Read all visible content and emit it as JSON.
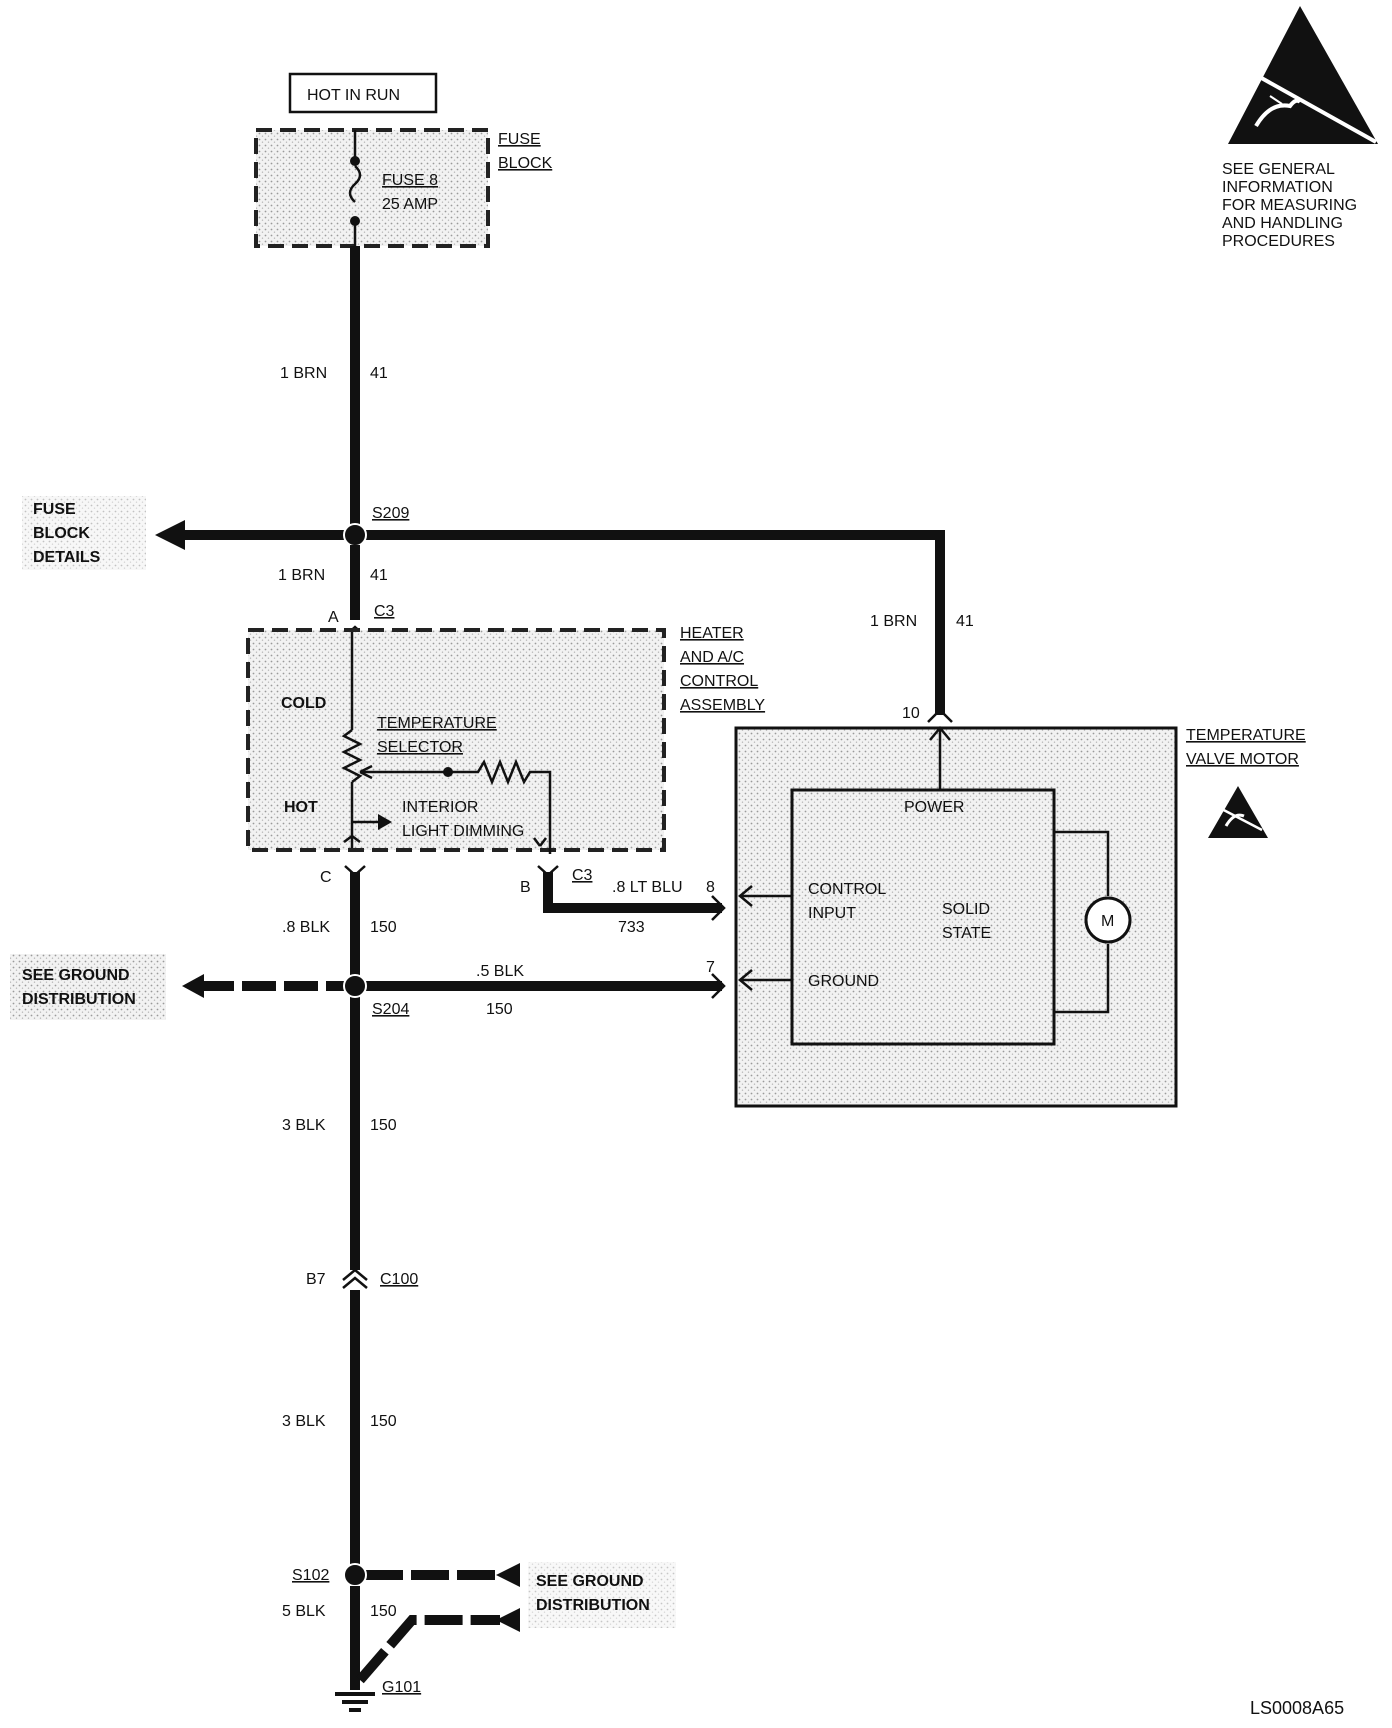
{
  "power": {
    "label": "HOT IN RUN"
  },
  "fuse_block": {
    "title_line1": "FUSE",
    "title_line2": "BLOCK",
    "fuse_name": "FUSE 8",
    "fuse_rating": "25 AMP"
  },
  "wires": {
    "w1": {
      "gauge": "1 BRN",
      "circuit": "41"
    },
    "w2": {
      "gauge": "1 BRN",
      "circuit": "41"
    },
    "w3": {
      "gauge": "1 BRN",
      "circuit": "41"
    },
    "w4": {
      "gauge": ".8 BLK",
      "circuit": "150"
    },
    "w5": {
      "gauge": ".5 BLK",
      "circuit": "150"
    },
    "w6": {
      "gauge": "3 BLK",
      "circuit": "150"
    },
    "w7": {
      "gauge": "3 BLK",
      "circuit": "150"
    },
    "w8": {
      "gauge": "5 BLK",
      "circuit": "150"
    },
    "w9": {
      "gauge": ".8 LT BLU",
      "circuit": "733"
    }
  },
  "splices": {
    "s209": "S209",
    "s204": "S204",
    "s102": "S102"
  },
  "refs": {
    "fuse_block_details": [
      "FUSE",
      "BLOCK",
      "DETAILS"
    ],
    "ground_dist_left": [
      "SEE GROUND",
      "DISTRIBUTION"
    ],
    "ground_dist_bottom": [
      "SEE GROUND",
      "DISTRIBUTION"
    ]
  },
  "heater_assembly": {
    "title": [
      "HEATER",
      "AND A/C",
      "CONTROL",
      "ASSEMBLY"
    ],
    "cold": "COLD",
    "hot": "HOT",
    "temp_selector": [
      "TEMPERATURE",
      "SELECTOR"
    ],
    "interior_dimming": [
      "INTERIOR",
      "LIGHT DIMMING"
    ],
    "connector": "C3",
    "pin_a": "A",
    "pin_b": "B",
    "pin_c": "C"
  },
  "valve_motor": {
    "title": [
      "TEMPERATURE",
      "VALVE MOTOR"
    ],
    "power": "POWER",
    "control_input": [
      "CONTROL",
      "INPUT"
    ],
    "solid_state": [
      "SOLID",
      "STATE"
    ],
    "ground": "GROUND",
    "motor": "M",
    "pin_10": "10",
    "pin_8": "8",
    "pin_7": "7"
  },
  "connector_c100": {
    "name": "C100",
    "pin": "B7"
  },
  "ground_g101": "G101",
  "esd_note": [
    "SEE GENERAL",
    "INFORMATION",
    "FOR MEASURING",
    "AND HANDLING",
    "PROCEDURES"
  ],
  "figure_id": "LS0008A65"
}
